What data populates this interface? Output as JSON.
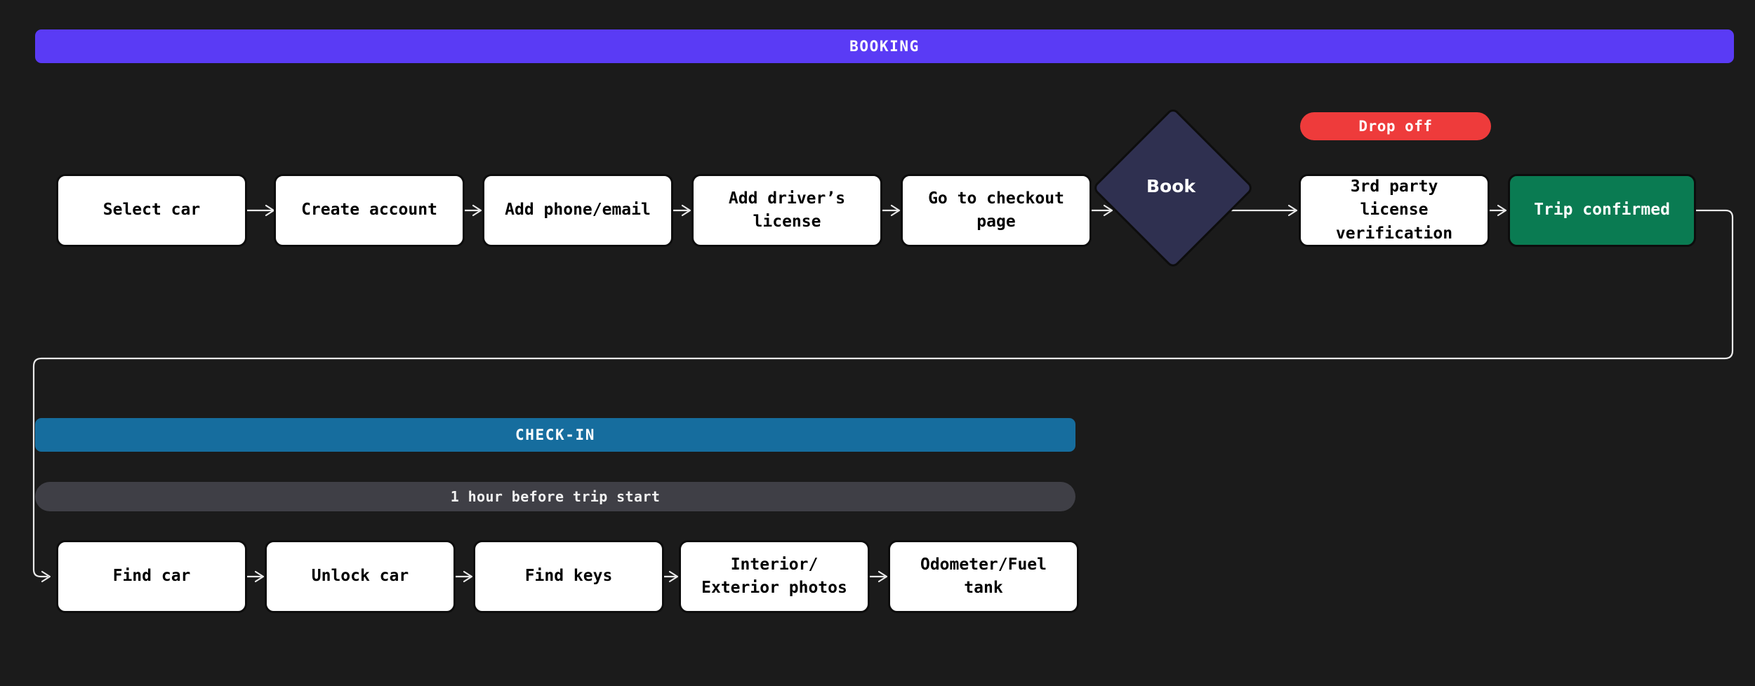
{
  "page": {
    "background_color": "#1b1b1b",
    "title": "Booking and Check-in user flow"
  },
  "sections": {
    "booking": {
      "banner_label": "BOOKING",
      "banner_color": "#5a3bf5",
      "steps": [
        {
          "id": "select-car",
          "label": "Select car",
          "shape": "rounded-rect",
          "fill": "#ffffff"
        },
        {
          "id": "create-account",
          "label": "Create account",
          "shape": "rounded-rect",
          "fill": "#ffffff"
        },
        {
          "id": "add-phone-email",
          "label": "Add phone/email",
          "shape": "rounded-rect",
          "fill": "#ffffff"
        },
        {
          "id": "add-drivers-license",
          "label": "Add driver’s license",
          "shape": "rounded-rect",
          "fill": "#ffffff"
        },
        {
          "id": "go-to-checkout-page",
          "label": "Go to checkout page",
          "shape": "rounded-rect",
          "fill": "#ffffff"
        },
        {
          "id": "book",
          "label": "Book",
          "shape": "diamond",
          "fill": "#2f3050"
        },
        {
          "id": "third-party-license-verification",
          "label": "3rd party license verification",
          "shape": "rounded-rect",
          "fill": "#ffffff"
        },
        {
          "id": "trip-confirmed",
          "label": "Trip confirmed",
          "shape": "rounded-rect",
          "fill": "#0a7b52"
        }
      ],
      "badge": {
        "label": "Drop off",
        "color": "#ee3b3b"
      }
    },
    "checkin": {
      "banner_label": "CHECK-IN",
      "banner_color": "#166d9e",
      "timing_label": "1 hour before trip start",
      "timing_color": "#3f3f46",
      "steps": [
        {
          "id": "find-car",
          "label": "Find car",
          "shape": "rounded-rect",
          "fill": "#ffffff"
        },
        {
          "id": "unlock-car",
          "label": "Unlock car",
          "shape": "rounded-rect",
          "fill": "#ffffff"
        },
        {
          "id": "find-keys",
          "label": "Find keys",
          "shape": "rounded-rect",
          "fill": "#ffffff"
        },
        {
          "id": "interior-exterior-photos",
          "label": "Interior/ Exterior photos",
          "shape": "rounded-rect",
          "fill": "#ffffff"
        },
        {
          "id": "odometer-fuel-tank",
          "label": "Odometer/Fuel tank",
          "shape": "rounded-rect",
          "fill": "#ffffff"
        }
      ]
    }
  },
  "labels": {
    "booking_banner": "BOOKING",
    "checkin_banner": "CHECK-IN",
    "checkin_timing": "1 hour before trip start",
    "dropoff_badge": "Drop off",
    "select_car": "Select car",
    "create_account": "Create account",
    "add_phone_email": "Add phone/email",
    "add_drivers_license_l1": "Add driver’s",
    "add_drivers_license_l2": "license",
    "go_to_checkout_l1": "Go to checkout",
    "go_to_checkout_l2": "page",
    "book": "Book",
    "third_party_l1": "3rd party",
    "third_party_l2": "license",
    "third_party_l3": "verification",
    "trip_confirmed": "Trip confirmed",
    "find_car": "Find car",
    "unlock_car": "Unlock car",
    "find_keys": "Find keys",
    "interior_exterior_l1": "Interior/",
    "interior_exterior_l2": "Exterior photos",
    "odometer_fuel_l1": "Odometer/Fuel",
    "odometer_fuel_l2": "tank"
  },
  "connections": [
    {
      "from": "select-car",
      "to": "create-account",
      "type": "arrow"
    },
    {
      "from": "create-account",
      "to": "add-phone-email",
      "type": "arrow"
    },
    {
      "from": "add-phone-email",
      "to": "add-drivers-license",
      "type": "arrow"
    },
    {
      "from": "add-drivers-license",
      "to": "go-to-checkout-page",
      "type": "arrow"
    },
    {
      "from": "go-to-checkout-page",
      "to": "book",
      "type": "arrow"
    },
    {
      "from": "book",
      "to": "third-party-license-verification",
      "type": "arrow"
    },
    {
      "from": "third-party-license-verification",
      "to": "trip-confirmed",
      "type": "arrow"
    },
    {
      "from": "trip-confirmed",
      "to": "find-car",
      "type": "wrap-arrow"
    },
    {
      "from": "find-car",
      "to": "unlock-car",
      "type": "arrow"
    },
    {
      "from": "unlock-car",
      "to": "find-keys",
      "type": "arrow"
    },
    {
      "from": "find-keys",
      "to": "interior-exterior-photos",
      "type": "arrow"
    },
    {
      "from": "interior-exterior-photos",
      "to": "odometer-fuel-tank",
      "type": "arrow"
    }
  ]
}
